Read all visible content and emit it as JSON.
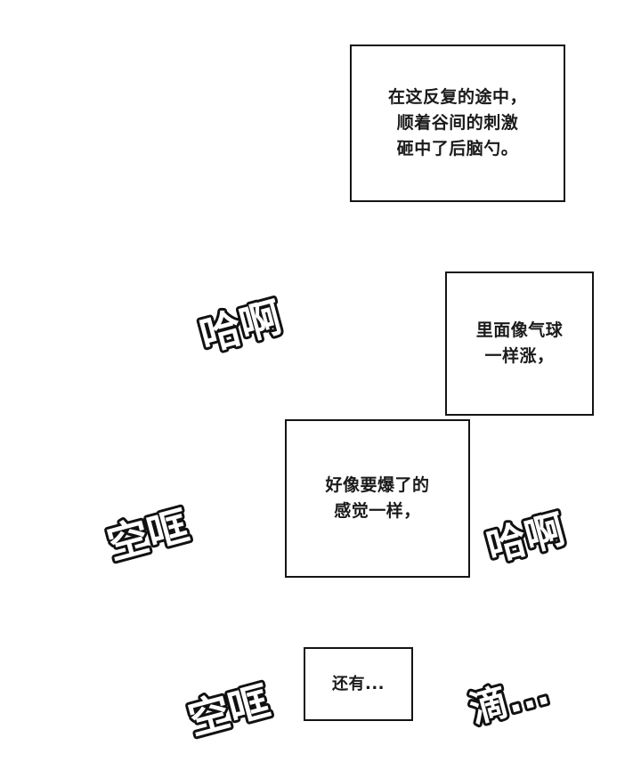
{
  "page": {
    "background_color": "#ffffff",
    "ink_color": "#141414",
    "kind": "comic-page"
  },
  "caption_boxes": [
    {
      "id": "caption-top",
      "lines": [
        "在这反复的途中，",
        "顺着谷间的刺激",
        "砸中了后脑勺。"
      ]
    },
    {
      "id": "caption-right",
      "lines": [
        "里面像气球",
        "一样涨，"
      ]
    },
    {
      "id": "caption-middle",
      "lines": [
        "好像要爆了的",
        "感觉一样，"
      ]
    },
    {
      "id": "caption-bottom",
      "lines": [
        "还有..."
      ]
    }
  ],
  "sfx": [
    {
      "id": "sfx-haa-top",
      "text": "哈啊"
    },
    {
      "id": "sfx-kongkuang-left",
      "text": "空哐"
    },
    {
      "id": "sfx-haa-right",
      "text": "哈啊"
    },
    {
      "id": "sfx-kongkuang-bottom",
      "text": "空哐"
    },
    {
      "id": "sfx-drip",
      "text": "滴..."
    }
  ]
}
